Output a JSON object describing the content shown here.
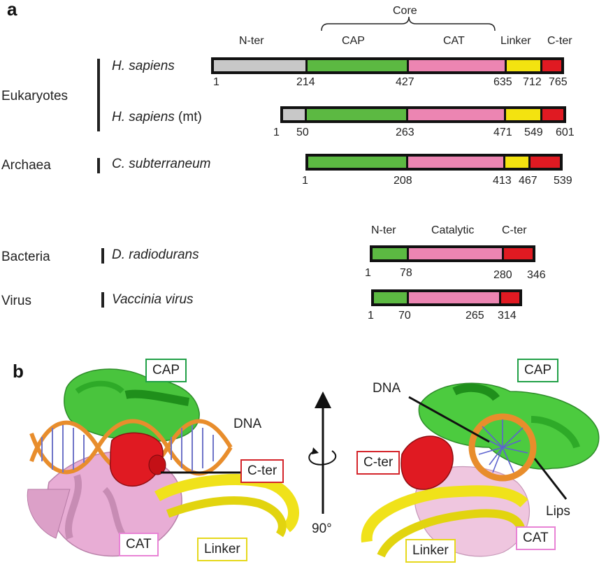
{
  "panel_a": {
    "label": "a",
    "core_label": "Core",
    "header_labels": {
      "nter": "N-ter",
      "cap": "CAP",
      "cat": "CAT",
      "linker": "Linker",
      "cter": "C-ter"
    },
    "groups": {
      "eukaryotes": "Eukaryotes",
      "archaea": "Archaea",
      "bacteria": "Bacteria",
      "virus": "Virus"
    },
    "species": {
      "hs": "H. sapiens",
      "hsmt": "H. sapiens",
      "hsmt_suffix": " (mt)",
      "cs": "C. subterraneum",
      "dr": "D. radiodurans",
      "vv": "Vaccinia virus"
    },
    "numbers": {
      "hs": [
        "1",
        "214",
        "427",
        "635",
        "712",
        "765"
      ],
      "hsmt": [
        "1",
        "50",
        "263",
        "471",
        "549",
        "601"
      ],
      "cs": [
        "1",
        "208",
        "413",
        "467",
        "539"
      ],
      "dr": [
        "1",
        "78",
        "280",
        "346"
      ],
      "vv": [
        "1",
        "70",
        "265",
        "314"
      ]
    },
    "bact_header": {
      "nter": "N-ter",
      "catalytic": "Catalytic",
      "cter": "C-ter"
    }
  },
  "panel_b": {
    "label": "b",
    "left": {
      "cap": "CAP",
      "dna": "DNA",
      "cter": "C-ter",
      "cat": "CAT",
      "linker": "Linker"
    },
    "rotation": "90°",
    "right": {
      "cap": "CAP",
      "dna": "DNA",
      "cter": "C-ter",
      "lips": "Lips",
      "cat": "CAT",
      "linker": "Linker"
    }
  },
  "colors": {
    "grey": "#c8c8c8",
    "green": "#5cb942",
    "pink": "#ec85b2",
    "yellow": "#f3e310",
    "red": "#e01a22"
  }
}
